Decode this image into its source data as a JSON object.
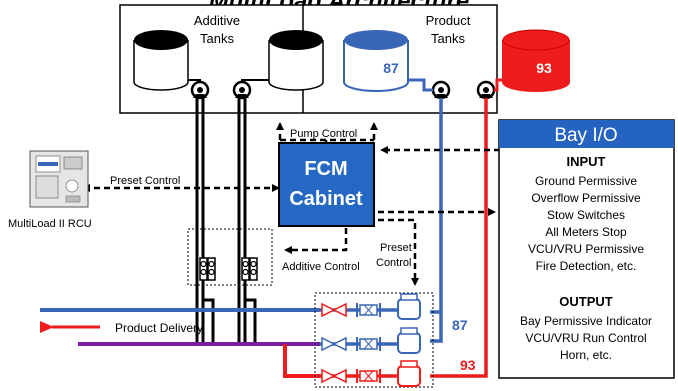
{
  "title": "MultiLoad Architecture",
  "additive": {
    "label_line1": "Additive",
    "label_line2": "Tanks"
  },
  "product": {
    "label_line1": "Product",
    "label_line2": "Tanks",
    "tank_87": "87",
    "tank_93": "93"
  },
  "fcm": {
    "line1": "FCM",
    "line2": "Cabinet"
  },
  "labels": {
    "pump_control": "Pump Control",
    "preset_control": "Preset Control",
    "additive_control": "Additive Control",
    "preset_line1": "Preset",
    "preset_line2": "Control",
    "product_delivery": "Product Delivery",
    "rcu": "MultiLoad II RCU",
    "line_87": "87",
    "line_93": "93"
  },
  "bay_io": {
    "header": "Bay I/O",
    "input_title": "INPUT",
    "inputs": [
      "Ground Permissive",
      "Overflow Permissive",
      "Stow Switches",
      "All Meters Stop",
      "VCU/VRU Permissive",
      "Fire Detection, etc."
    ],
    "output_title": "OUTPUT",
    "outputs": [
      "Bay Permissive Indicator",
      "VCU/VRU Run Control",
      "Horn, etc."
    ]
  },
  "colors": {
    "blue": "#3a66b7",
    "red": "#ee1c1c",
    "purple": "#7a1fa2",
    "fcm_blue": "#2468c4",
    "bay_header": "#2563c1",
    "delivery_arrow": "#ee1c1c"
  }
}
